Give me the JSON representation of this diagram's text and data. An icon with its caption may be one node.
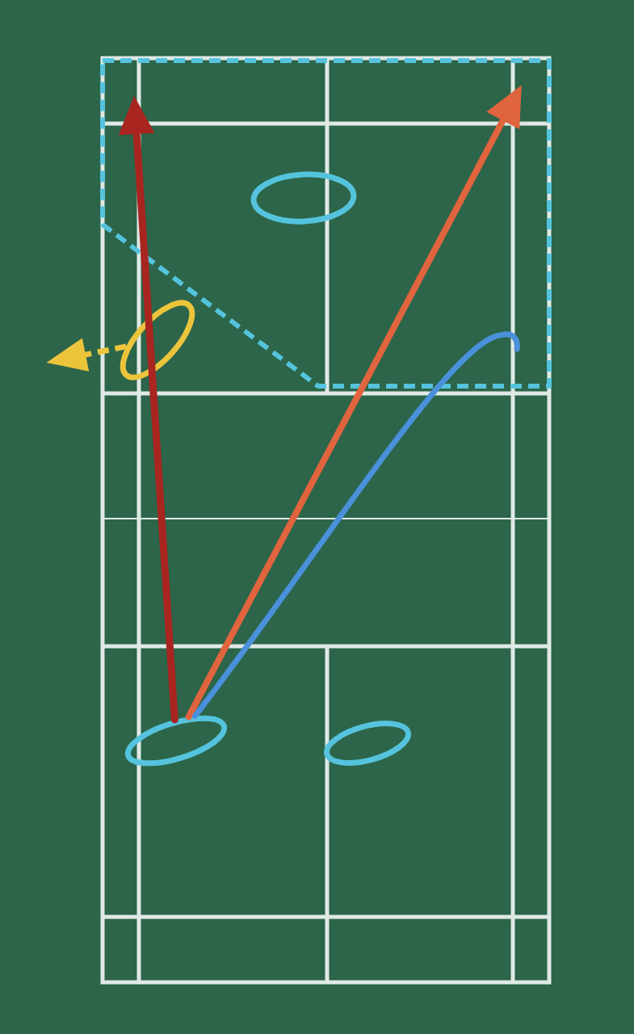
{
  "diagram": {
    "nodes": [
      {
        "text": [],
        "shape": "ellipse"
      },
      {
        "text": [],
        "shape": "ellipse"
      },
      {
        "text": [],
        "shape": "ellipse"
      },
      {
        "text": [],
        "shape": "ellipse"
      }
    ],
    "edges": [
      {
        "from": 2,
        "to": null,
        "arrow": "to",
        "color": "#a82520"
      },
      {
        "from": 2,
        "to": null,
        "arrow": "to",
        "color": "#e0643d"
      },
      {
        "from": 2,
        "to": null,
        "arrow": "none",
        "color": "#4a90da"
      },
      {
        "from": 1,
        "to": null,
        "arrow": "to",
        "style": "dashed",
        "color": "#ecc43c"
      }
    ]
  }
}
